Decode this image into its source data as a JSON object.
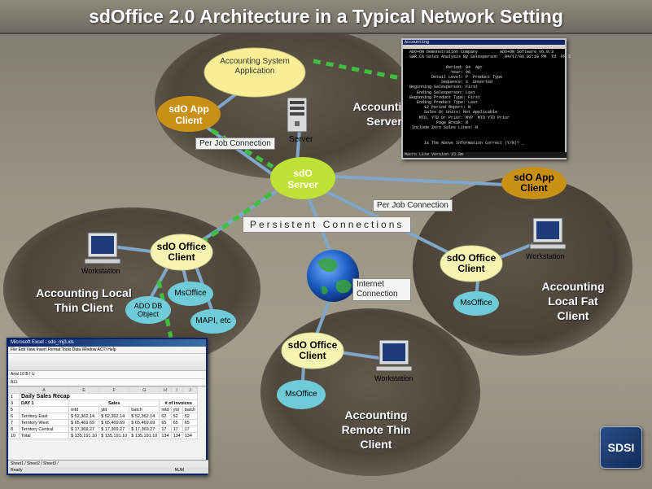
{
  "header": {
    "title": "sdOffice 2.0 Architecture in a Typical Network Setting"
  },
  "groups": {
    "accounting_server": "Accounting Server",
    "accounting_server_line2": "Server",
    "local_thin_client": "Accounting Local Thin Client",
    "local_fat_client": "Accounting Local Fat Client",
    "remote_thin_client": "Accounting Remote Thin Client"
  },
  "nodes": {
    "accounting_system": "Accounting System Application",
    "sdo_app_client_server": "sdO App Client",
    "sdo_server": "sdO Server",
    "sdo_app_client_fat": "sdO App Client",
    "sdo_office_client_thin": "sdO Office Client",
    "sdo_office_client_fat": "sdO Office Client",
    "sdo_office_client_remote": "sdO Office Client",
    "msoffice_thin": "MsOffice",
    "ado_db_object": "ADO DB Object",
    "mapi": "MAPI, etc",
    "msoffice_fat": "MsOffice",
    "msoffice_remote": "MsOffice"
  },
  "labels": {
    "per_job_connection_1": "Per Job Connection",
    "per_job_connection_2": "Per Job Connection",
    "persistent_connections": "Persistent Connections",
    "internet_connection": "Internet Connection",
    "server": "Server",
    "workstation_thin": "Workstation",
    "workstation_fat": "Workstation",
    "workstation_remote": "Workstation"
  },
  "dos_window": {
    "title": "Accounting",
    "lines": [
      "  ADO+ON Demonstration Company         ADO+ON Software v6.0.3",
      "  SAR.CA Sales Analysis By Salesperson   04/17/06 02:10 PM  Td  PF 5",
      "",
      "                 Period: 04  Apr",
      "                   Year: 06",
      "           Detail Level: P  Product Type",
      "               Sequence: S  Unsorted",
      "  Beginning Salesperson: First",
      "     Ending Salesperson: Last",
      "  Beginning Product Type: First",
      "     Ending Product Type: Last",
      "        12 Period Report: N",
      "        Sales Or Units: Not Applicable",
      "      MTD, YTD Or Prior: MYP  MTD YTD Prior",
      "             Page Break: N",
      "   Include Zero Sales Lines: N",
      "",
      "",
      "        Is The Above Information Correct (Y/N)? _"
    ],
    "status": "Macro Lite    Version 15.0m"
  },
  "excel_window": {
    "title": "Microsoft Excel - sdo_mj3.xls",
    "menu": "File  Edit  View  Insert  Format  Tools  Data  Window  ACT!  Help",
    "font_bar": "Arial          10   B  I  U",
    "cell_ref": "A11",
    "sheet_title": "Daily Sales Recap",
    "day": "DAY 1",
    "sales_header": "Sales",
    "invoices_header": "# of invoices",
    "cols": [
      "mtd",
      "ytd",
      "batch",
      "mtd",
      "ytd",
      "batch"
    ],
    "rows": [
      {
        "label": "Territory East",
        "vals": [
          "$ 52,362.14",
          "$ 52,362.14",
          "$ 52,362.14",
          "62",
          "52",
          "52"
        ]
      },
      {
        "label": "Territory West",
        "vals": [
          "$ 65,469.69",
          "$ 65,469.69",
          "$ 65,469.69",
          "65",
          "65",
          "65"
        ]
      },
      {
        "label": "Territory Central",
        "vals": [
          "$ 17,369.27",
          "$ 17,369.27",
          "$ 17,369.27",
          "17",
          "17",
          "17"
        ]
      }
    ],
    "total_label": "Total",
    "total_vals": [
      "$ 135,191.10",
      "$ 135,191.10",
      "$ 135,191.10",
      "134",
      "134",
      "134"
    ],
    "tabs": "Sheet1 / Sheet2 / Sheet3 /",
    "status": "Ready",
    "num": "NUM"
  },
  "logo": {
    "text": "SDSI"
  },
  "colors": {
    "yellow_node": "#f7ee95",
    "dark_yellow_node": "#c99016",
    "green_node": "#bfe035",
    "light_yellow_node": "#f6f3b3",
    "cyan_node": "#6fcbd8",
    "link_blue": "#7ea7c9",
    "dashed_green": "#3fbf3f"
  }
}
